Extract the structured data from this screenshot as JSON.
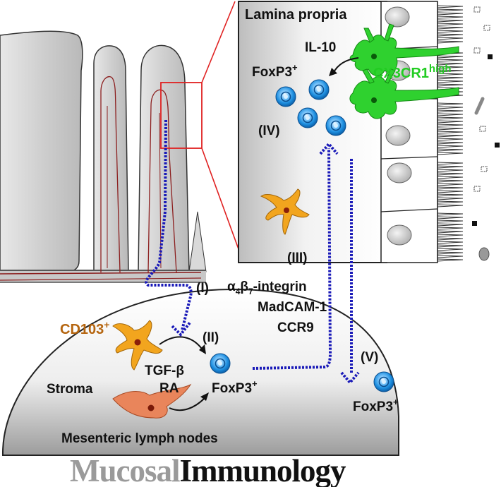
{
  "labels": {
    "lamina_propria": "Lamina propria",
    "il10": "IL-10",
    "foxp3_top": "FoxP3",
    "cx3cr1": "CX3CR1",
    "cx3cr1_sup": "high",
    "step_iv": "(IV)",
    "step_iii": "(III)",
    "step_i": "(I)",
    "step_ii": "(II)",
    "step_v": "(V)",
    "integrin_alpha": "α",
    "integrin_a_sub": "4",
    "integrin_beta": "β",
    "integrin_b_sub": "7",
    "integrin_rest": "-integrin",
    "madcam": "MadCAM-1",
    "ccr9": "CCR9",
    "cd103": "CD103",
    "tgfb": "TGF-β",
    "ra": "RA",
    "stroma": "Stroma",
    "foxp3_mid": "FoxP3",
    "foxp3_right": "FoxP3",
    "superscript_plus": "+",
    "mesenteric": "Mesenteric lymph nodes"
  },
  "logo": {
    "part1": "Mucosal",
    "part2": "Immunology"
  },
  "colors": {
    "green_cell": "#2fd12f",
    "green_text": "#22cc22",
    "cd103_text": "#b5650f",
    "orange_cell": "#f2a51e",
    "stroma_cell": "#e9855b",
    "blue_dash": "#1a1ab8",
    "treg_blue": "#1e8fe0",
    "red_line": "#cc0000",
    "logo_grey": "#9a9a9a"
  }
}
